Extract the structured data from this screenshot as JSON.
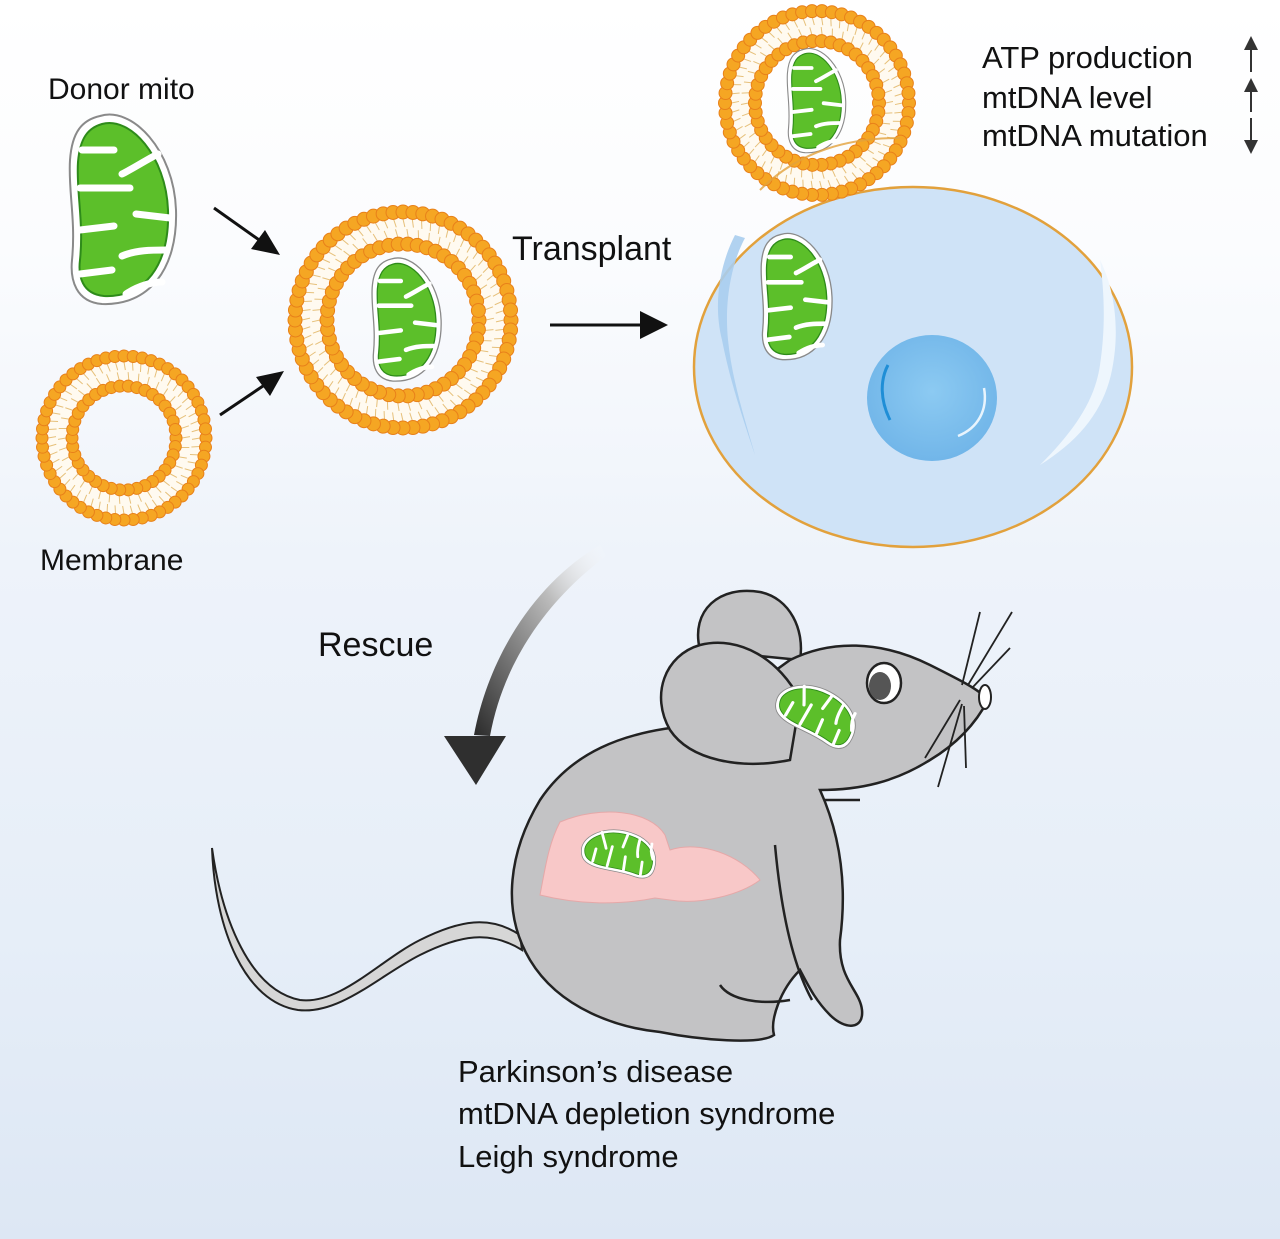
{
  "labels": {
    "donor_mito": "Donor mito",
    "membrane": "Membrane",
    "transplant": "Transplant",
    "rescue": "Rescue"
  },
  "effects": [
    {
      "text": "ATP production",
      "direction": "up"
    },
    {
      "text": "mtDNA level",
      "direction": "up"
    },
    {
      "text": "mtDNA mutation",
      "direction": "down"
    }
  ],
  "diseases": [
    "Parkinson’s disease",
    "mtDNA depletion syndrome",
    "Leigh syndrome"
  ],
  "colors": {
    "mito_fill": "#5cbf2a",
    "mito_edge": "#2e8b1a",
    "lipid_head": "#f5a623",
    "lipid_head_edge": "#e8801a",
    "lipid_tail": "#e6c07a",
    "cell_fill": "#cfe3f7",
    "cell_edge": "#e2a13c",
    "nucleus": "#7cbdee",
    "mouse_fill": "#c3c3c5",
    "liver": "#f8c8c8",
    "text": "#111111"
  }
}
